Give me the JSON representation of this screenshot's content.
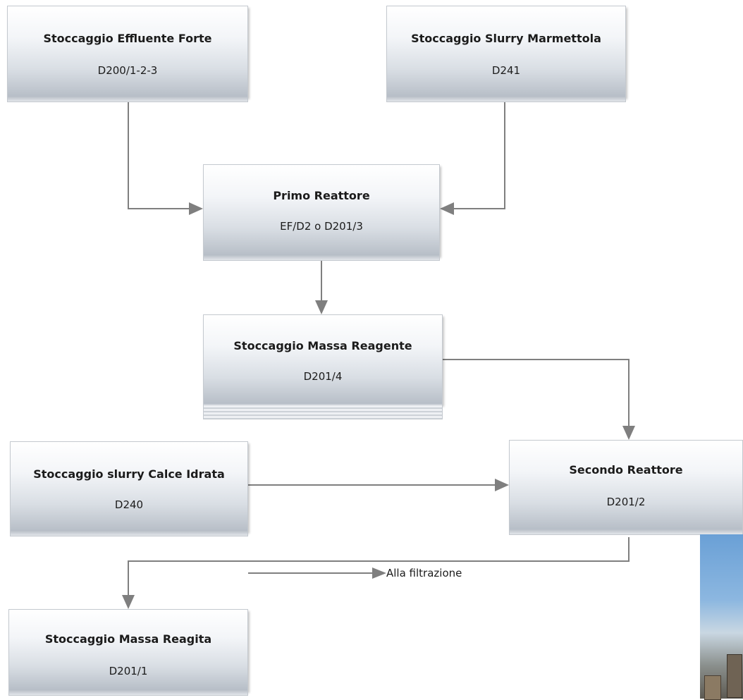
{
  "nodes": {
    "effluente": {
      "title": "Stoccaggio Effluente Forte",
      "code": "D200/1-2-3"
    },
    "slurry_marmettola": {
      "title": "Stoccaggio Slurry Marmettola",
      "code": "D241"
    },
    "primo_reattore": {
      "title": "Primo Reattore",
      "code": "EF/D2 o D201/3"
    },
    "massa_reagente": {
      "title": "Stoccaggio Massa Reagente",
      "code": "D201/4"
    },
    "calce_idrata": {
      "title": "Stoccaggio slurry Calce Idrata",
      "code": "D240"
    },
    "secondo_reattore": {
      "title": "Secondo Reattore",
      "code": "D201/2"
    },
    "massa_reagita": {
      "title": "Stoccaggio Massa Reagita",
      "code": "D201/1"
    }
  },
  "output_label": "Alla filtrazione",
  "colors": {
    "connector": "#7a7a7a",
    "box_top": "#ffffff",
    "box_bottom": "#b7bec7"
  }
}
